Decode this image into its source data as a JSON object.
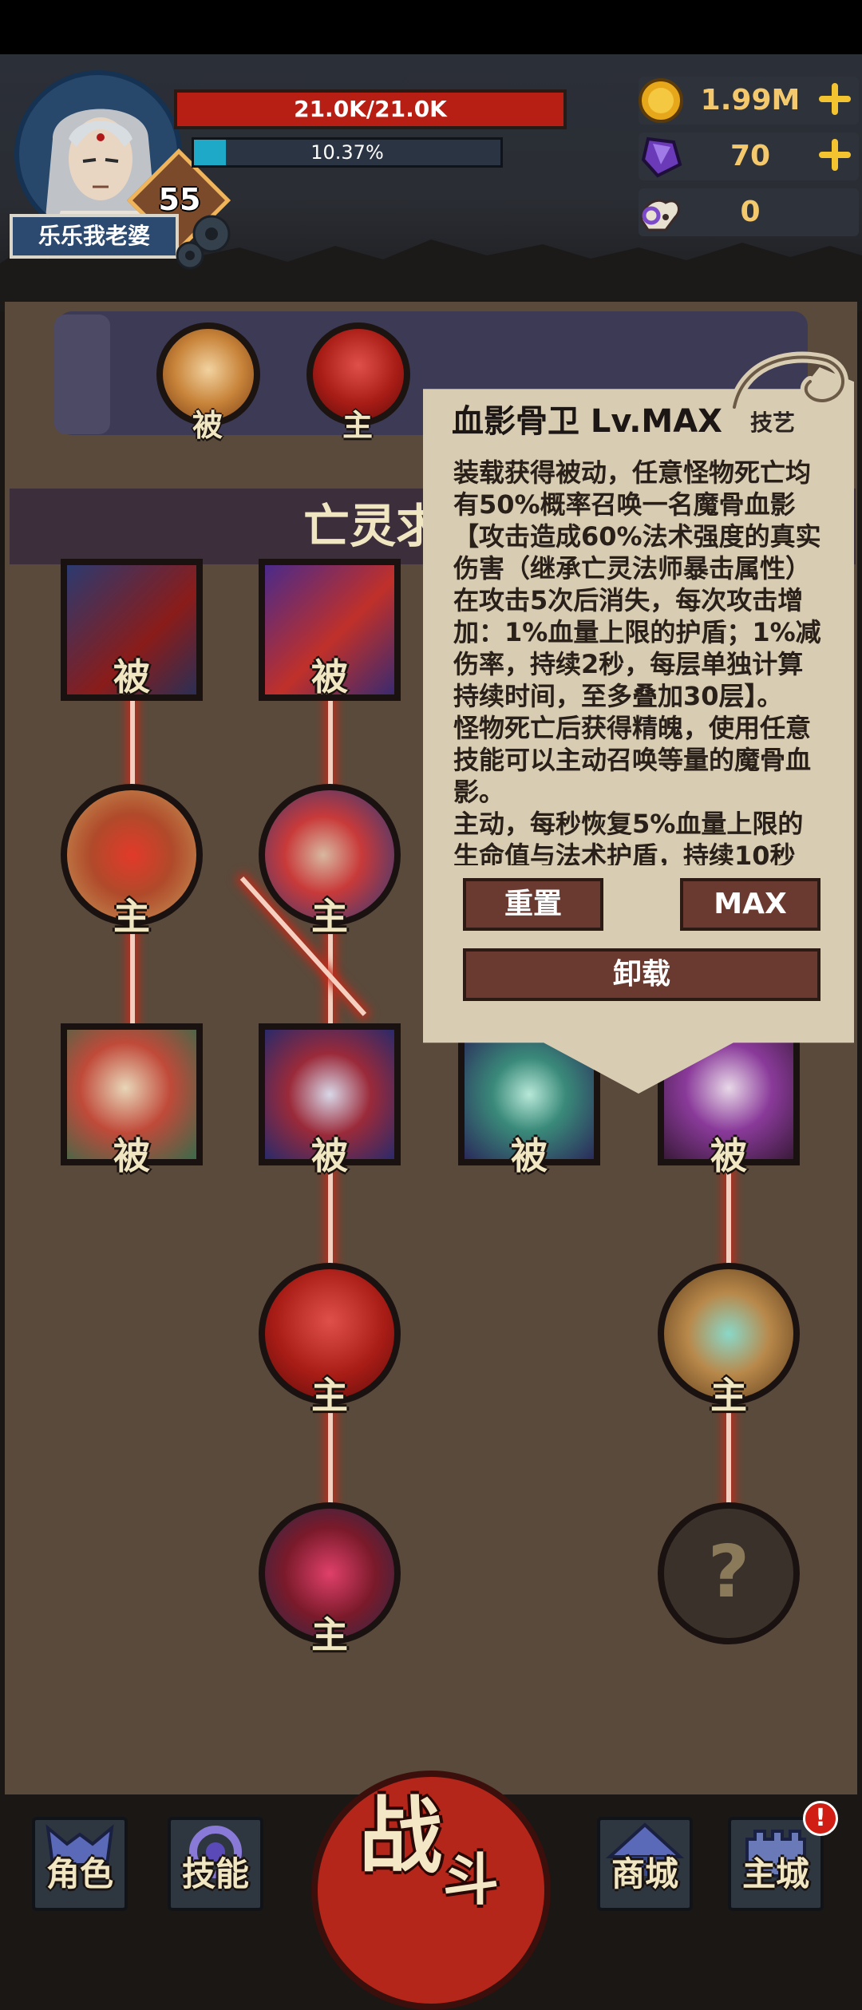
{
  "player": {
    "name": "乐乐我老婆",
    "level": "55",
    "hp_text": "21.0K/21.0K",
    "xp_text": "10.37%",
    "xp_fraction": 0.1037
  },
  "resources": [
    {
      "icon": "gold-coin-icon",
      "value": "1.99M",
      "has_plus": true
    },
    {
      "icon": "purple-crystal-icon",
      "value": "70",
      "has_plus": true
    },
    {
      "icon": "ram-skull-icon",
      "value": "0",
      "has_plus": false
    }
  ],
  "skill_tabs": [
    {
      "label": "被"
    },
    {
      "label": "主"
    }
  ],
  "section_title": "亡灵求",
  "tree": {
    "nodes": [
      {
        "id": "r1c1",
        "label": "被"
      },
      {
        "id": "r1c2",
        "label": "被"
      },
      {
        "id": "r2c1",
        "label": "主"
      },
      {
        "id": "r2c2",
        "label": "主"
      },
      {
        "id": "r3c1",
        "label": "被"
      },
      {
        "id": "r3c2",
        "label": "被"
      },
      {
        "id": "r3c3",
        "label": "被"
      },
      {
        "id": "r3c4",
        "label": "被"
      },
      {
        "id": "r4c2",
        "label": "主"
      },
      {
        "id": "r4c4",
        "label": "主"
      },
      {
        "id": "r5c2",
        "label": "主"
      },
      {
        "id": "r5c4",
        "label": "?"
      }
    ]
  },
  "popup": {
    "title": "血影骨卫 Lv.MAX",
    "tag": "技艺",
    "description": "装载获得被动，任意怪物死亡均有50%概率召唤一名魔骨血影【攻击造成60%法术强度的真实伤害（继承亡灵法师暴击属性）在攻击5次后消失，每次攻击增加：1%血量上限的护盾；1%减伤率，持续2秒，每层单独计算持续时间，至多叠加30层】。\n怪物死亡后获得精魄，使用任意技能可以主动召唤等量的魔骨血影。\n主动，每秒恢复5%血量上限的生命值与法术护盾，持续10秒",
    "reset_label": "重置",
    "max_label": "MAX",
    "unload_label": "卸载"
  },
  "nav": {
    "role": "角色",
    "skill": "技能",
    "battle_1": "战",
    "battle_2": "斗",
    "shop": "商城",
    "main_city": "主城",
    "alert_badge": "!"
  },
  "colors": {
    "hp_red": "#b81f14",
    "xp_cyan": "#1ea9c8",
    "gold_text": "#f4c96d",
    "parchment": "#d8ccb2",
    "button_brown": "#6a3a30"
  }
}
